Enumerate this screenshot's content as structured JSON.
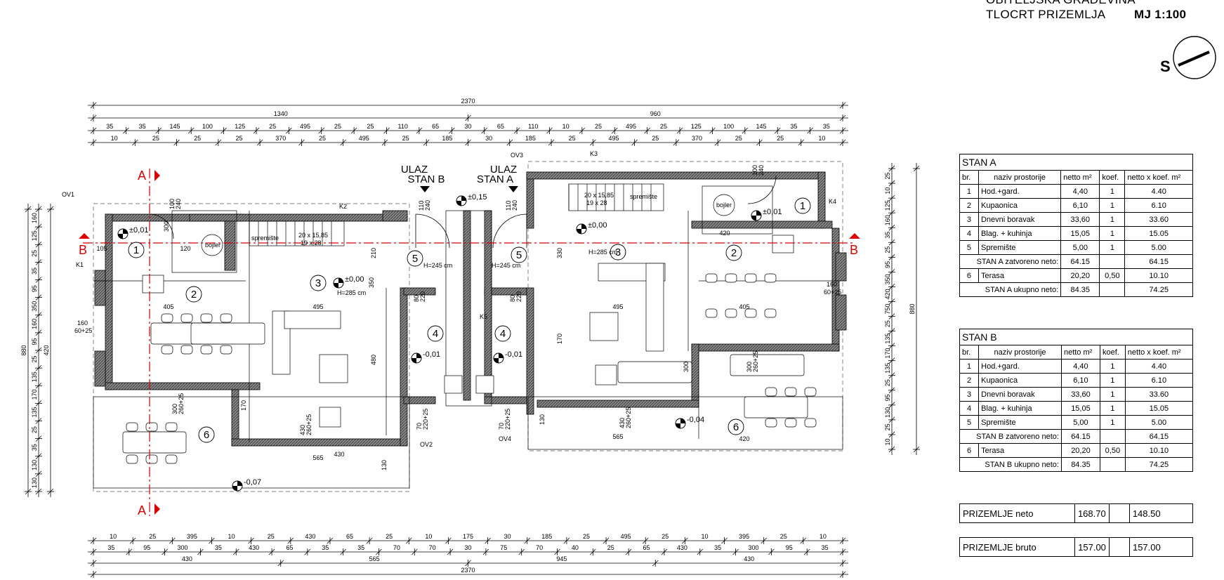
{
  "header": {
    "line1": "OBITELJSKA GRAĐEVINA",
    "line2": "TLOCRT PRIZEMLJA",
    "scale": "MJ 1:100"
  },
  "north": {
    "label": "S"
  },
  "entrances": {
    "stan_b": [
      "ULAZ",
      "STAN B"
    ],
    "stan_a": [
      "ULAZ",
      "STAN A"
    ]
  },
  "section_marker": "A",
  "section_b": "B",
  "dims_top": {
    "total": "2370",
    "row2": [
      "35",
      "1340",
      "960",
      "35"
    ],
    "row3": [
      "35",
      "35",
      "145",
      "100",
      "125",
      "25",
      "495",
      "25",
      "25",
      "110",
      "65",
      "30",
      "65",
      "110",
      "10",
      "25",
      "495",
      "25",
      "125",
      "100",
      "145",
      "35",
      "35"
    ],
    "row4": [
      "10",
      "25",
      "25",
      "25",
      "370",
      "25",
      "495",
      "25",
      "185",
      "30",
      "185",
      "25",
      "495",
      "25",
      "370",
      "25",
      "25",
      "10"
    ]
  },
  "dims_bottom": {
    "row1": [
      "10",
      "25",
      "395",
      "10",
      "25",
      "430",
      "65",
      "25",
      "10",
      "175",
      "30",
      "185",
      "25",
      "495",
      "25",
      "10",
      "395",
      "25",
      "10"
    ],
    "row2": [
      "35",
      "95",
      "300",
      "35",
      "430",
      "65",
      "35",
      "35",
      "70",
      "70",
      "30",
      "75",
      "70",
      "40",
      "25",
      "65",
      "430",
      "35",
      "300",
      "95",
      "35"
    ],
    "row3": [
      "430",
      "565",
      "945",
      "430"
    ],
    "total": "2370"
  },
  "dims_left": [
    "160",
    "125",
    "25",
    "35",
    "95",
    "350",
    "160",
    "95",
    "25",
    "135",
    "170",
    "135",
    "25",
    "35",
    "130",
    "130"
  ],
  "dims_left_total": [
    "880",
    "420"
  ],
  "dims_right": [
    "25",
    "10",
    "125",
    "160",
    "35",
    "25",
    "95",
    "350",
    "420",
    "750",
    "25",
    "135",
    "170",
    "135",
    "25",
    "95",
    "130",
    "25",
    "10"
  ],
  "dims_right_total": "880",
  "room_numbers_b": [
    "1",
    "2",
    "3",
    "4",
    "5",
    "6"
  ],
  "room_numbers_a": [
    "1",
    "2",
    "3",
    "4",
    "5",
    "6"
  ],
  "levels": [
    "±0,01",
    "±0,00",
    "±0,15",
    "-0,01",
    "-0,01",
    "±0,00",
    "±0,01",
    "-0,04",
    "-0,07"
  ],
  "labels": {
    "ov1": "OV1",
    "ov2": "OV2",
    "ov3": "OV3",
    "ov4": "OV4",
    "k1": "K1",
    "k2": "K2",
    "k3": "K3",
    "k4": "K4",
    "k5": "K5",
    "stair_b": [
      "20 x 15,85",
      "19 x 28"
    ],
    "stair_a": [
      "20 x 15,85",
      "19 x 28"
    ],
    "boiler": "bojler",
    "spremiste": "spremište",
    "h245": "H=245 cm",
    "h285": "H=285 cm",
    "win_160": [
      "160",
      "60+25"
    ],
    "win_300": [
      "300",
      "260+25"
    ],
    "win_430": [
      "430",
      "260+25"
    ],
    "door_70": [
      "70",
      "220+25"
    ],
    "door_80": [
      "80",
      "220"
    ],
    "door_110": [
      "110",
      "240"
    ],
    "door_100": [
      "100",
      "240"
    ],
    "inner_dims": [
      "405",
      "495",
      "495",
      "405",
      "430",
      "565",
      "565",
      "420",
      "350",
      "480",
      "210",
      "330",
      "170",
      "300",
      "170",
      "130",
      "130",
      "300",
      "105",
      "120",
      "420"
    ]
  },
  "stan_a": {
    "title": "STAN A",
    "cols": [
      "br.",
      "naziv prostorije",
      "netto m²",
      "koef.",
      "netto x koef. m²"
    ],
    "rows": [
      [
        "1",
        "Hod.+gard.",
        "4,40",
        "1",
        "4.40"
      ],
      [
        "2",
        "Kupaonica",
        "6,10",
        "1",
        "6.10"
      ],
      [
        "3",
        "Dnevni boravak",
        "33,60",
        "1",
        "33.60"
      ],
      [
        "4",
        "Blag. + kuhinja",
        "15,05",
        "1",
        "15.05"
      ],
      [
        "5",
        "Spremište",
        "5,00",
        "1",
        "5.00"
      ]
    ],
    "zatvoreno": [
      "STAN  A zatvoreno neto:",
      "64.15",
      "",
      "64.15"
    ],
    "terasa": [
      "6",
      "Terasa",
      "20,20",
      "0,50",
      "10.10"
    ],
    "ukupno": [
      "STAN A ukupno neto:",
      "84.35",
      "",
      "74.25"
    ]
  },
  "stan_b": {
    "title": "STAN B",
    "cols": [
      "br.",
      "naziv prostorije",
      "netto m²",
      "koef.",
      "netto x koef. m²"
    ],
    "rows": [
      [
        "1",
        "Hod.+gard.",
        "4,40",
        "1",
        "4.40"
      ],
      [
        "2",
        "Kupaonica",
        "6,10",
        "1",
        "6.10"
      ],
      [
        "3",
        "Dnevni boravak",
        "33,60",
        "1",
        "33.60"
      ],
      [
        "4",
        "Blag. + kuhinja",
        "15,05",
        "1",
        "15.05"
      ],
      [
        "5",
        "Spremište",
        "5,00",
        "1",
        "5.00"
      ]
    ],
    "zatvoreno": [
      "STAN B zatvoreno neto:",
      "64.15",
      "",
      "64.15"
    ],
    "terasa": [
      "6",
      "Terasa",
      "20,20",
      "0,50",
      "10.10"
    ],
    "ukupno": [
      "STAN  B ukupno neto:",
      "84.35",
      "",
      "74.25"
    ]
  },
  "totals": {
    "neto": [
      "PRIZEMLJE neto",
      "168.70",
      "",
      "148.50"
    ],
    "bruto": [
      "PRIZEMLJE bruto",
      "157.00",
      "",
      "157.00"
    ]
  }
}
